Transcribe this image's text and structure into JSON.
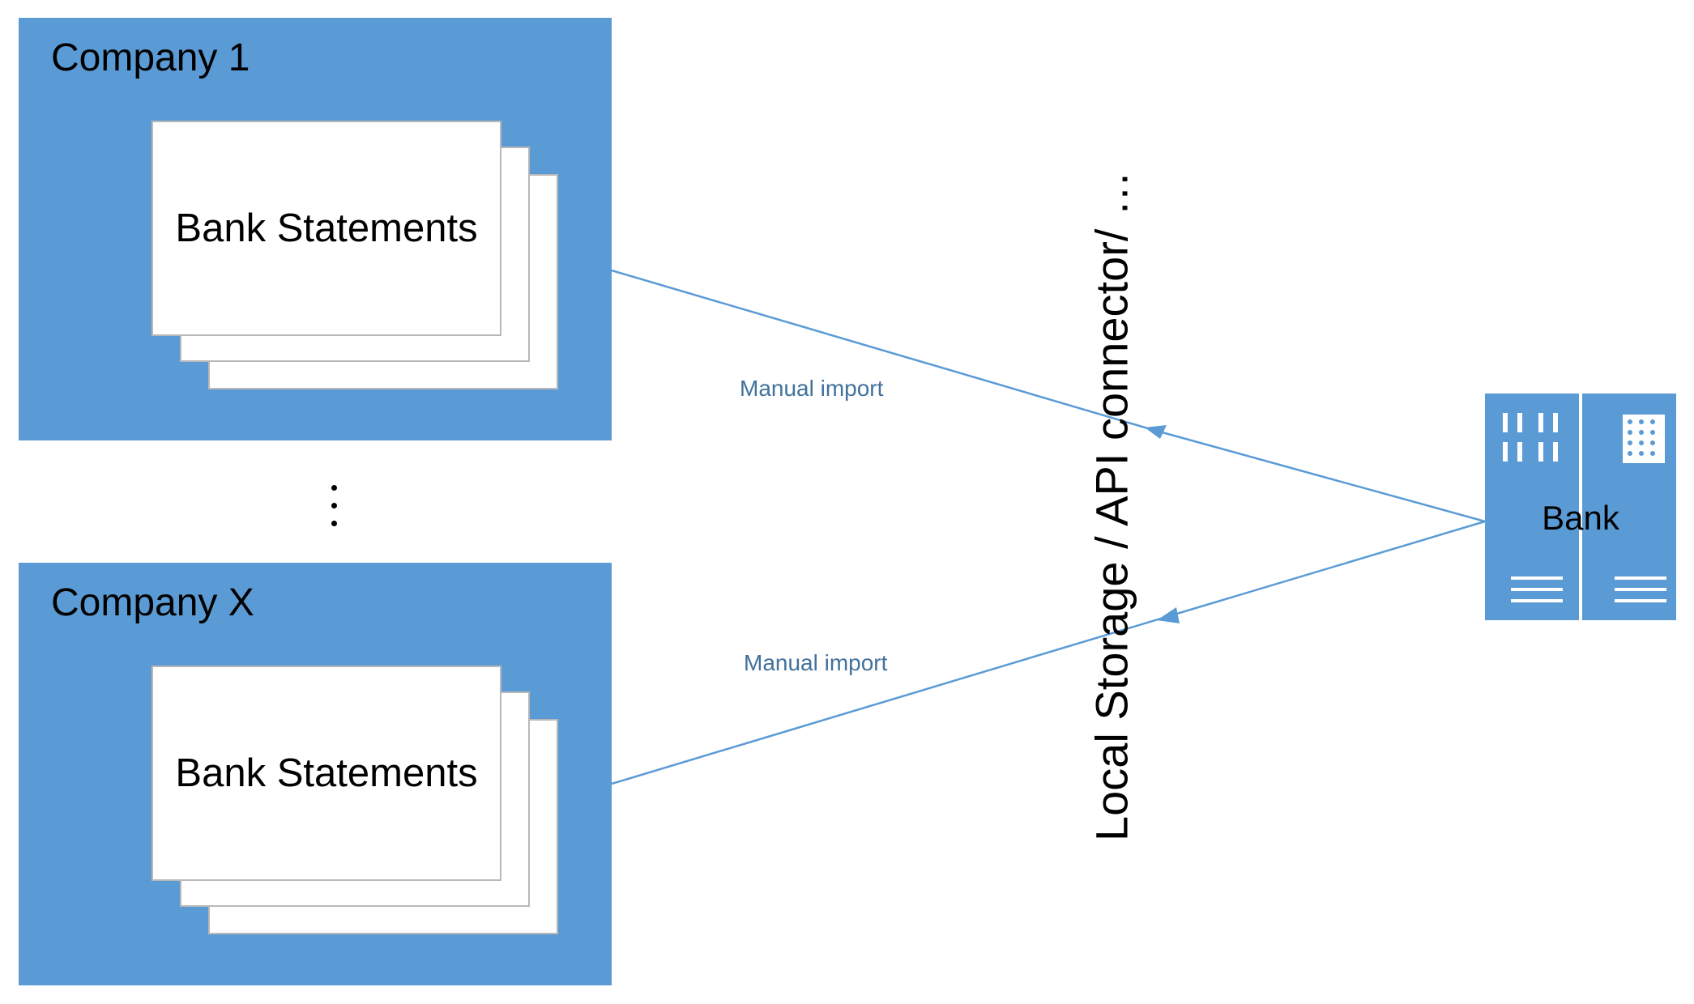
{
  "companies": [
    {
      "title": "Company 1",
      "document_label": "Bank Statements"
    },
    {
      "title": "Company X",
      "document_label": "Bank Statements"
    }
  ],
  "divider_label": "Local Storage / API connector/ …",
  "arrows": [
    {
      "label": "Manual import"
    },
    {
      "label": "Manual import"
    }
  ],
  "bank": {
    "label": "Bank"
  },
  "colors": {
    "box_fill": "#5b9bd5",
    "arrow": "#5b9bd5",
    "arrow_label": "#41719c"
  },
  "icons": {
    "server": "server-icon",
    "continuation": "vertical-ellipsis-icon"
  }
}
